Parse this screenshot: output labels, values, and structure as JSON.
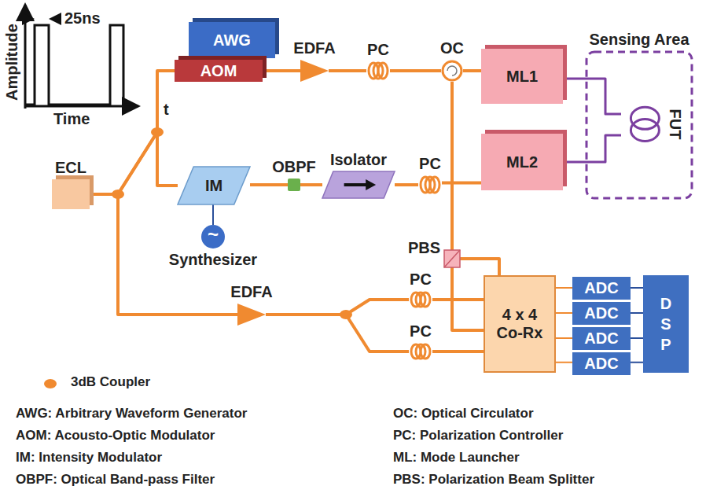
{
  "diagram": {
    "nodes": [
      {
        "text": [
          "AWG"
        ]
      },
      {
        "text": [
          "AOM"
        ]
      },
      {
        "text": [
          "EDFA"
        ]
      },
      {
        "text": [
          "PC"
        ]
      },
      {
        "text": [
          "OC"
        ]
      },
      {
        "text": [
          "ML1"
        ]
      },
      {
        "text": [
          "ML2"
        ]
      },
      {
        "text": [
          "Sensing Area"
        ]
      },
      {
        "text": [
          "FUT"
        ],
        "in": 7
      },
      {
        "text": [
          "ECL"
        ]
      },
      {
        "text": [
          "IM"
        ]
      },
      {
        "text": [
          "OBPF"
        ]
      },
      {
        "text": [
          "Isolator"
        ]
      },
      {
        "text": [
          "PC"
        ]
      },
      {
        "text": [
          "~",
          "Synthesizer"
        ]
      },
      {
        "text": [
          "EDFA"
        ]
      },
      {
        "text": [
          "PBS"
        ]
      },
      {
        "text": [
          "PC"
        ]
      },
      {
        "text": [
          "PC"
        ]
      },
      {
        "text": [
          "4 x 4 Co-Rx"
        ]
      },
      {
        "text": [
          "ADC"
        ]
      },
      {
        "text": [
          "ADC"
        ]
      },
      {
        "text": [
          "ADC"
        ]
      },
      {
        "text": [
          "ADC"
        ]
      },
      {
        "text": [
          "DSP"
        ]
      }
    ],
    "edges": [
      {
        "from": 9,
        "to": 1,
        "arrow": "none"
      },
      {
        "from": 9,
        "to": 10,
        "arrow": "none"
      },
      {
        "from": 9,
        "to": 15,
        "arrow": "none"
      },
      {
        "from": 1,
        "to": 2,
        "arrow": "none"
      },
      {
        "from": 2,
        "to": 3,
        "arrow": "none"
      },
      {
        "from": 3,
        "to": 4,
        "arrow": "none"
      },
      {
        "from": 4,
        "to": 5,
        "arrow": "none"
      },
      {
        "from": 5,
        "to": 8,
        "arrow": "none"
      },
      {
        "from": 6,
        "to": 8,
        "arrow": "none"
      },
      {
        "from": 4,
        "to": 16,
        "arrow": "none"
      },
      {
        "from": 10,
        "to": 11,
        "arrow": "none"
      },
      {
        "from": 11,
        "to": 12,
        "arrow": "none"
      },
      {
        "from": 12,
        "to": 13,
        "arrow": "none"
      },
      {
        "from": 13,
        "to": 6,
        "arrow": "none"
      },
      {
        "from": 14,
        "to": 10,
        "arrow": "none"
      },
      {
        "from": 15,
        "to": 17,
        "arrow": "none"
      },
      {
        "from": 15,
        "to": 18,
        "arrow": "none"
      },
      {
        "from": 16,
        "to": 19,
        "arrow": "none"
      },
      {
        "from": 16,
        "to": 19,
        "arrow": "none"
      },
      {
        "from": 17,
        "to": 19,
        "arrow": "none"
      },
      {
        "from": 18,
        "to": 19,
        "arrow": "none"
      },
      {
        "from": 19,
        "to": 20,
        "arrow": "none"
      },
      {
        "from": 19,
        "to": 21,
        "arrow": "none"
      },
      {
        "from": 19,
        "to": 22,
        "arrow": "none"
      },
      {
        "from": 19,
        "to": 23,
        "arrow": "none"
      },
      {
        "from": 20,
        "to": 24,
        "arrow": "none"
      },
      {
        "from": 21,
        "to": 24,
        "arrow": "none"
      },
      {
        "from": 22,
        "to": 24,
        "arrow": "none"
      },
      {
        "from": 23,
        "to": 24,
        "arrow": "none"
      }
    ],
    "labels": [
      "Amplitude",
      "25ns",
      "Time",
      "t",
      "AWG: Arbitrary Waveform Generator",
      "AOM: Acousto-Optic Modulator",
      "IM: Intensity Modulator",
      "OBPF: Optical Band-pass Filter",
      "OC: Optical Circulator",
      "PC: Polarization Controller",
      "ML: Mode Launcher",
      "PBS: Polarization Beam Splitter"
    ],
    "legend": [
      {
        "text": "3dB Coupler",
        "color": "#f08a30"
      }
    ]
  }
}
